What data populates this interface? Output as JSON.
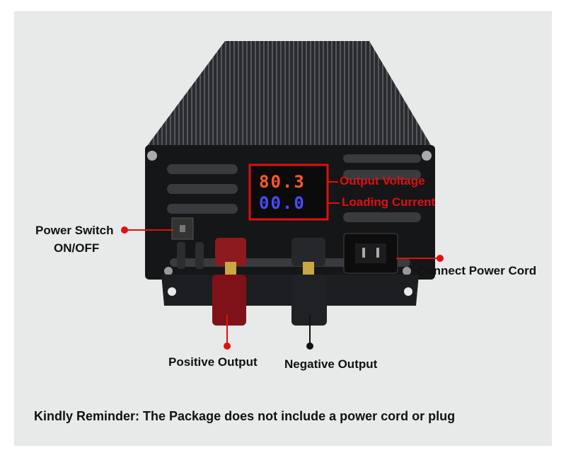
{
  "display": {
    "voltage": "80.3",
    "current": "00.0"
  },
  "labels": {
    "output_voltage": "Output Voltage",
    "loading_current": "Loading Current",
    "power_switch": "Power Switch",
    "on_off": "ON/OFF",
    "connect_power_cord": "Connect Power Cord",
    "positive_output": "Positive Output",
    "negative_output": "Negative Output"
  },
  "reminder": "Kindly Reminder: The Package does not include a power cord or plug",
  "colors": {
    "accent": "#e01010",
    "background": "#e8e9e9",
    "voltage_digits": "#ff5a2a",
    "current_digits": "#4a4aff"
  }
}
